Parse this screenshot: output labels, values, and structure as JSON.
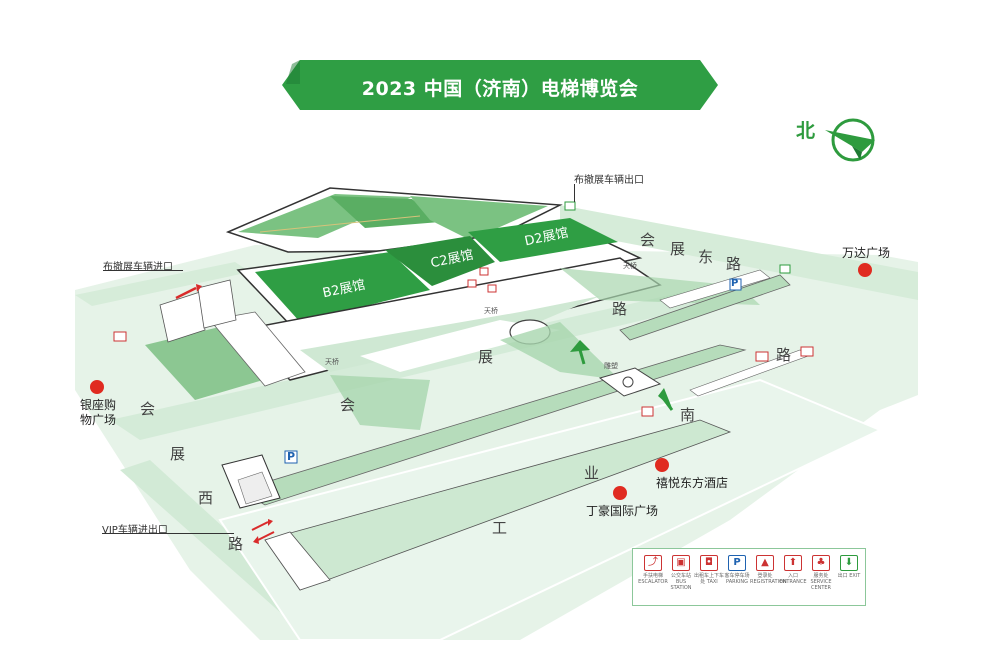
{
  "title": "2023 中国（济南）电梯博览会",
  "north_label": "北",
  "roads": {
    "huizhan_east": [
      "会",
      "展",
      "东",
      "路"
    ],
    "huizhan_south": [
      "会",
      "展",
      "南",
      "路"
    ],
    "huizhan_west": [
      "会",
      "展",
      "西",
      "路"
    ],
    "gongye": [
      "工",
      "业"
    ]
  },
  "gates": {
    "exhibitor_exit": "布撤展车辆出口",
    "exhibitor_entry": "布撤展车辆进口",
    "vip_gate": "VIP车辆进出口"
  },
  "halls": {
    "b2": "B2展馆",
    "c2": "C2展馆",
    "d2": "D2展馆"
  },
  "bridge_label": "天桥",
  "square_label": "雕塑",
  "landmarks": {
    "wanda": "万达广场",
    "yinzuo": "银座购物广场",
    "xiyue": "禧悦东方酒店",
    "dinghao": "丁豪国际广场"
  },
  "legend": [
    {
      "icon_name": "escalator-icon",
      "glyph": "⤴",
      "color": "#cc3333",
      "label": "手扶电梯 ESCALATOR"
    },
    {
      "icon_name": "bus-icon",
      "glyph": "▣",
      "color": "#cc3333",
      "label": "公交车站 BUS STATION"
    },
    {
      "icon_name": "taxi-icon",
      "glyph": "◘",
      "color": "#cc3333",
      "label": "出租车上下车处 TAXI"
    },
    {
      "icon_name": "parking-icon",
      "glyph": "P",
      "color": "#1f62b0",
      "label": "客车停车场 PARKING"
    },
    {
      "icon_name": "registration-icon",
      "glyph": "▲",
      "color": "#cc3333",
      "label": "登录处 REGISTRATION"
    },
    {
      "icon_name": "entrance-icon",
      "glyph": "⬆",
      "color": "#cc3333",
      "label": "入口 ENTRANCE"
    },
    {
      "icon_name": "service-icon",
      "glyph": "♣",
      "color": "#cc3333",
      "label": "服务处 SERVICE CENTER"
    },
    {
      "icon_name": "exit-icon",
      "glyph": "⬇",
      "color": "#2e9b3e",
      "label": "出口 EXIT"
    }
  ]
}
